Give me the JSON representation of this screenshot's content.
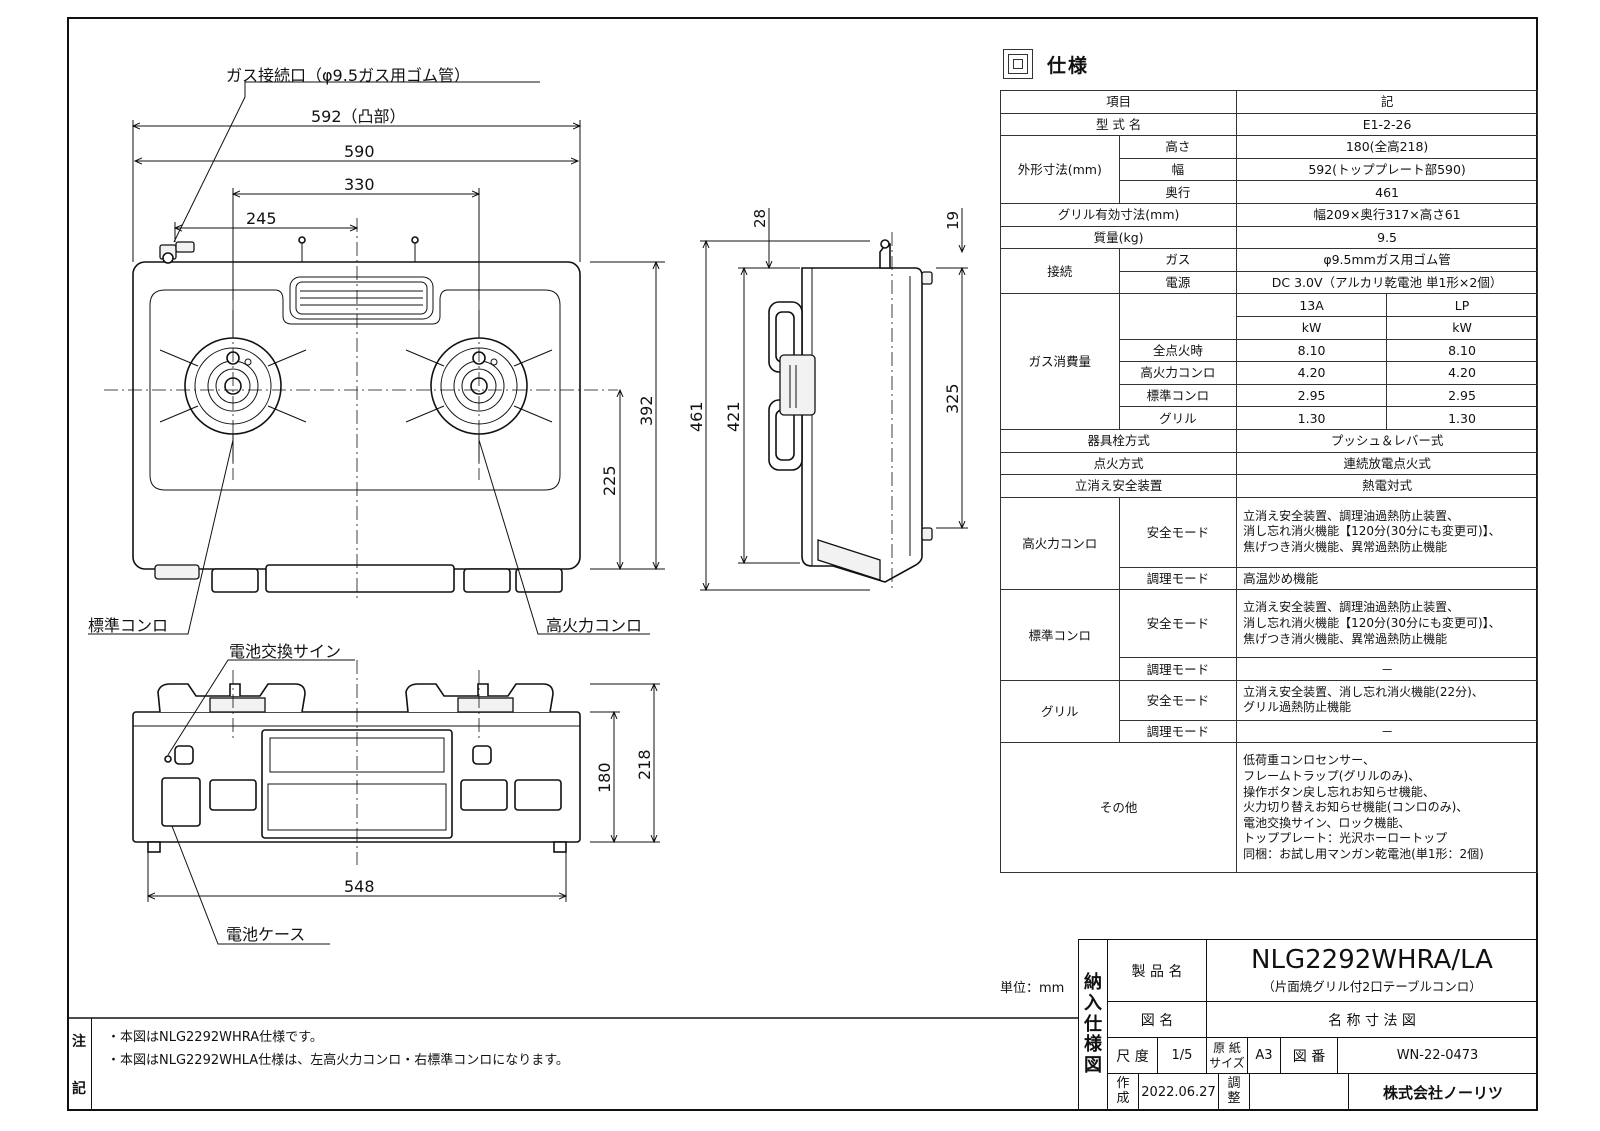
{
  "drawing": {
    "labels": {
      "gas_connection": "ガス接続口（φ9.5ガス用ゴム管）",
      "standard_burner": "標準コンロ",
      "high_power_burner": "高火力コンロ",
      "battery_sign": "電池交換サイン",
      "battery_case": "電池ケース"
    },
    "dimensions": {
      "w592": "592（凸部）",
      "w590": "590",
      "w330": "330",
      "w245": "245",
      "h392": "392",
      "h225": "225",
      "d461": "461",
      "d421": "421",
      "d325": "325",
      "t28": "28",
      "t19": "19",
      "w548": "548",
      "h180": "180",
      "h218": "218"
    }
  },
  "spec": {
    "title": "仕様",
    "header": {
      "item": "項目",
      "value": "記"
    },
    "model_label": "型 式 名",
    "model_value": "E1-2-26",
    "dims_label": "外形寸法(mm)",
    "height_label": "高さ",
    "height_value": "180(全高218)",
    "width_label": "幅",
    "width_value": "592(トッププレート部590)",
    "depth_label": "奥行",
    "depth_value": "461",
    "grill_dims_label": "グリル有効寸法(mm)",
    "grill_dims_value": "幅209×奥行317×高さ61",
    "mass_label": "質量(kg)",
    "mass_value": "9.5",
    "conn_label": "接続",
    "gas_label": "ガス",
    "gas_value": "φ9.5mmガス用ゴム管",
    "power_label": "電源",
    "power_value": "DC 3.0V（アルカリ乾電池 単1形×2個）",
    "consumption_label": "ガス消費量",
    "col_13a": "13A",
    "col_lp": "LP",
    "unit_a": "kW",
    "unit_b": "kW",
    "consumption_rows": [
      {
        "label": "全点火時",
        "a": "8.10",
        "b": "8.10"
      },
      {
        "label": "高火力コンロ",
        "a": "4.20",
        "b": "4.20"
      },
      {
        "label": "標準コンロ",
        "a": "2.95",
        "b": "2.95"
      },
      {
        "label": "グリル",
        "a": "1.30",
        "b": "1.30"
      }
    ],
    "valve_label": "器具栓方式",
    "valve_value": "プッシュ＆レバー式",
    "ignition_label": "点火方式",
    "ignition_value": "連続放電点火式",
    "safety_device_label": "立消え安全装置",
    "safety_device_value": "熱電対式",
    "safety_mode_label": "安全モード",
    "cooking_mode_label": "調理モード",
    "high_label": "高火力コンロ",
    "high_safety": [
      "立消え安全装置、調理油過熱防止装置、",
      "消し忘れ消火機能【120分(30分にも変更可)】、",
      "焦げつき消火機能、異常過熱防止機能"
    ],
    "high_cooking": "高温炒め機能",
    "std_label": "標準コンロ",
    "std_safety": [
      "立消え安全装置、調理油過熱防止装置、",
      "消し忘れ消火機能【120分(30分にも変更可)】、",
      "焦げつき消火機能、異常過熱防止機能"
    ],
    "std_cooking": "－",
    "grill_label": "グリル",
    "grill_safety": [
      "立消え安全装置、消し忘れ消火機能(22分)、",
      "グリル過熱防止機能"
    ],
    "grill_cooking": "－",
    "other_label": "その他",
    "other_lines": [
      "低荷重コンロセンサー、",
      "フレームトラップ(グリルのみ)、",
      "操作ボタン戻し忘れお知らせ機能、",
      "火力切り替えお知らせ機能(コンロのみ)、",
      "電池交換サイン、ロック機能、",
      "トッププレート：光沢ホーロートップ",
      "同梱：お試し用マンガン乾電池(単1形：2個)"
    ]
  },
  "notes": {
    "label_top": "注",
    "label_bottom": "記",
    "items": [
      "・本図はNLG2292WHRA仕様です。",
      "・本図はNLG2292WHLA仕様は、左高火力コンロ・右標準コンロになります。"
    ]
  },
  "titleblock": {
    "unit": "単位：mm",
    "vertical": [
      "納",
      "入",
      "仕",
      "様",
      "図"
    ],
    "product_label": "製 品 名",
    "model": "NLG2292WHRA/LA",
    "model_sub": "（片面焼グリル付2口テーブルコンロ）",
    "drawing_label": "図 名",
    "drawing_value": "名 称 寸 法 図",
    "scale_label": "尺 度",
    "scale_value": "1/5",
    "paper_label_1": "原 紙",
    "paper_label_2": "サイズ",
    "paper_value": "A3",
    "number_label": "図 番",
    "number_value": "WN-22-0473",
    "made_label_1": "作",
    "made_label_2": "成",
    "made_value": "2022.06.27",
    "adjust_label_1": "調",
    "adjust_label_2": "整",
    "company": "株式会社ノーリツ"
  }
}
